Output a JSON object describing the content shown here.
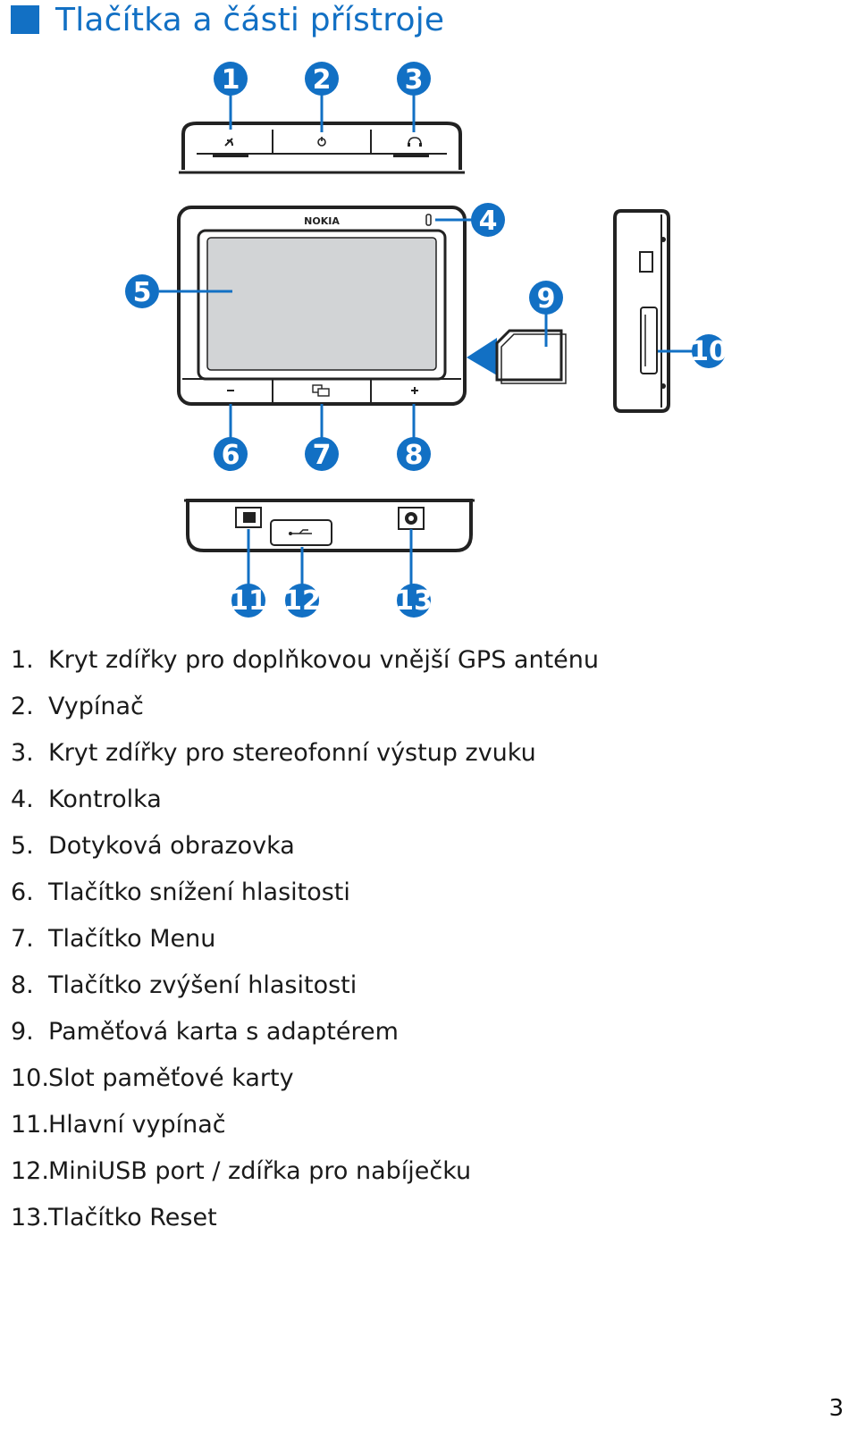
{
  "heading": "Tlačítka a části přístroje",
  "brand_logo": "NOKIA",
  "accent_color": "#1270c4",
  "callouts": [
    "1",
    "2",
    "3",
    "4",
    "5",
    "6",
    "7",
    "8",
    "9",
    "10",
    "11",
    "12",
    "13"
  ],
  "icons": {
    "gps": "gps-antenna-icon",
    "power": "power-icon",
    "headset": "headset-icon",
    "menu": "menu-icon",
    "usb": "usb-icon",
    "volume_down": "minus-icon",
    "volume_up": "plus-icon"
  },
  "legend": [
    {
      "num": "1.",
      "text": "Kryt zdířky pro doplňkovou vnější GPS anténu"
    },
    {
      "num": "2.",
      "text": "Vypínač"
    },
    {
      "num": "3.",
      "text": "Kryt zdířky pro stereofonní výstup zvuku"
    },
    {
      "num": "4.",
      "text": "Kontrolka"
    },
    {
      "num": "5.",
      "text": "Dotyková obrazovka"
    },
    {
      "num": "6.",
      "text": "Tlačítko snížení hlasitosti"
    },
    {
      "num": "7.",
      "text": "Tlačítko Menu"
    },
    {
      "num": "8.",
      "text": "Tlačítko zvýšení hlasitosti"
    },
    {
      "num": "9.",
      "text": "Paměťová karta s adaptérem"
    },
    {
      "num": "10.",
      "text": "Slot paměťové karty"
    },
    {
      "num": "11.",
      "text": "Hlavní vypínač"
    },
    {
      "num": "12.",
      "text": "MiniUSB port / zdířka pro nabíječku"
    },
    {
      "num": "13.",
      "text": "Tlačítko Reset"
    }
  ],
  "page_number": "3"
}
